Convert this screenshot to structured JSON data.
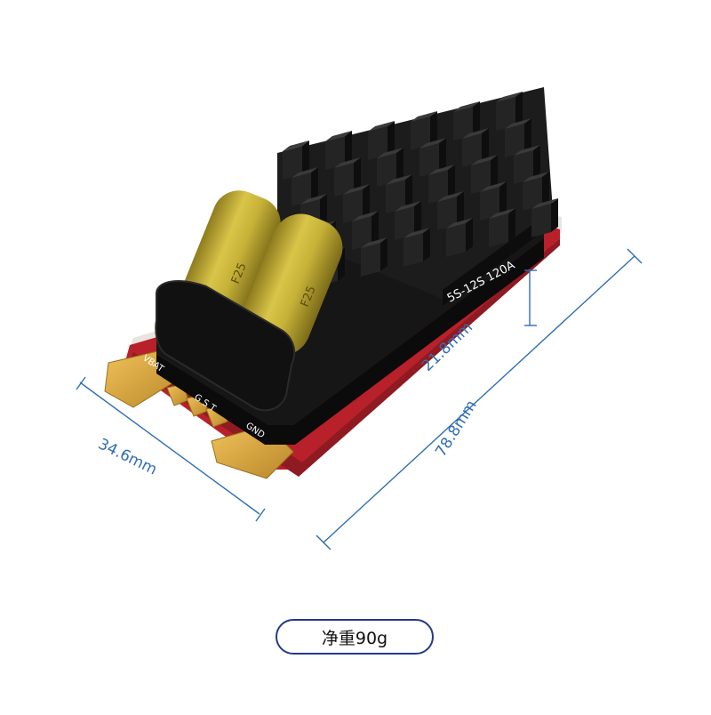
{
  "product": {
    "model_label": "5S-12S 120A",
    "capacitor_marking": "F25",
    "pad_labels": [
      "VBAT",
      "GND",
      "G S T"
    ]
  },
  "dimensions": {
    "width": "34.6mm",
    "height": "21.8mm",
    "length": "78.8mm"
  },
  "weight_label": "净重90g",
  "colors": {
    "heatsink": "#1a1a1a",
    "pcb_red": "#b8202a",
    "gold_pad": "#d6a43c",
    "capacitor": "#cdb640",
    "dimension_line": "#2f6fb3",
    "pill_border": "#223a8a"
  }
}
